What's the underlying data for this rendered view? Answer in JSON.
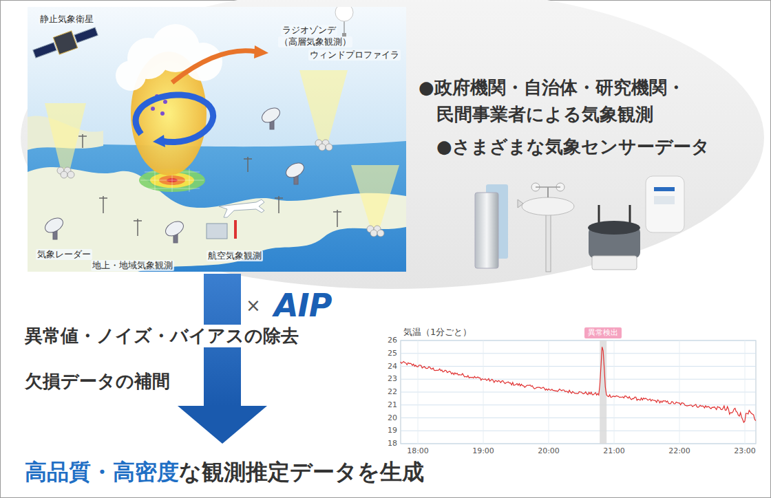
{
  "diagram": {
    "nodes": [
      {
        "text": [
          "異常検出"
        ]
      }
    ],
    "labels": [
      "静止気象衛星",
      "ラジオゾンデ",
      "（高層気象観測）",
      "ウィンドプロファイラ",
      "気象レーダー",
      "地上・地域気象観測",
      "航空気象観測",
      "●政府機関・自治体・研究機関・ 民間事業者による気象観測",
      "●さまざまな気象センサーデータ",
      "×",
      "AIP",
      "異常値・ノイズ・バイアスの除去",
      "欠損データの補間",
      "気温（1分ごと）",
      "26",
      "25",
      "24",
      "23",
      "22",
      "21",
      "20",
      "19",
      "18",
      "18:00",
      "19:00",
      "20:00",
      "21:00",
      "22:00",
      "23:00",
      "高品質・高密度",
      "な観測推定データを生成"
    ]
  }
}
